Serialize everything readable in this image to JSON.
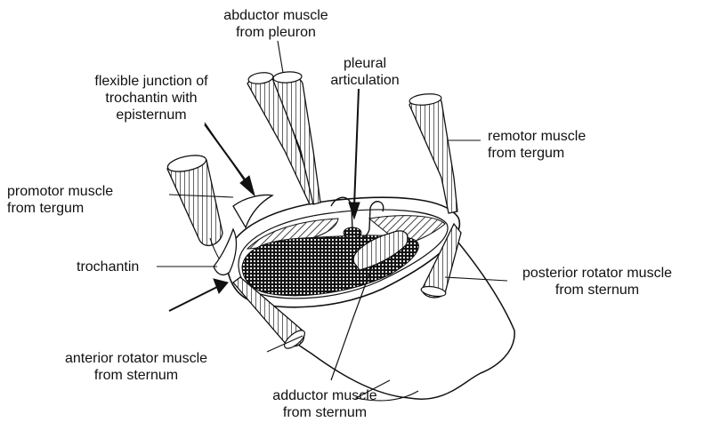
{
  "figure": {
    "labels": {
      "abductor_pleuron": [
        "abductor muscle",
        "from pleuron"
      ],
      "pleural_articulation": [
        "pleural",
        "articulation"
      ],
      "flexible_junction": [
        "flexible junction of",
        "trochantin with",
        "episternum"
      ],
      "remotor_tergum": [
        "remotor muscle",
        "from tergum"
      ],
      "promotor_tergum": [
        "promotor muscle",
        "from tergum"
      ],
      "trochantin": [
        "trochantin"
      ],
      "posterior_rotator": [
        "posterior rotator muscle",
        "from sternum"
      ],
      "anterior_rotator": [
        "anterior rotator muscle",
        "from sternum"
      ],
      "adductor_sternum": [
        "adductor muscle",
        "from sternum"
      ]
    },
    "colors": {
      "ink": "#111111",
      "paper": "#ffffff"
    }
  }
}
